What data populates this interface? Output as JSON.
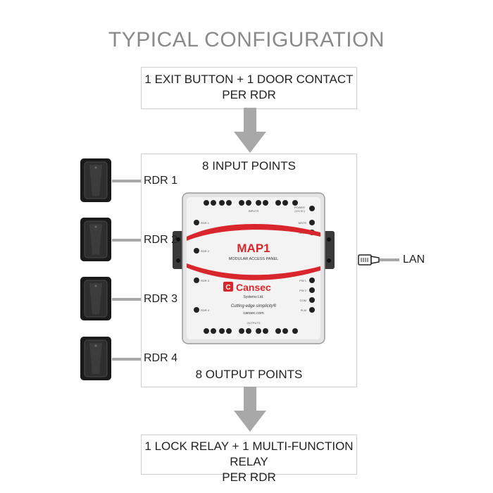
{
  "title": "TYPICAL CONFIGURATION",
  "top_box": {
    "line1": "1 EXIT BUTTON + 1 DOOR CONTACT",
    "line2": "PER RDR"
  },
  "main_box": {
    "input_label": "8 INPUT POINTS",
    "output_label": "8 OUTPUT POINTS"
  },
  "bottom_box": {
    "line1": "1 LOCK RELAY + 1 MULTI-FUNCTION RELAY",
    "line2": "PER RDR"
  },
  "readers": [
    {
      "label": "RDR 1"
    },
    {
      "label": "RDR 2"
    },
    {
      "label": "RDR 3"
    },
    {
      "label": "RDR 4"
    }
  ],
  "lan": {
    "label": "LAN"
  },
  "device": {
    "model": "MAP1",
    "subtitle": "MODULAR ACCESS PANEL",
    "brand": "Cansec",
    "brand_sub": "Systems Ltd.",
    "tagline": "Cutting edge simplicity®",
    "website": "cansec.com",
    "inputs_label": "INPUTS",
    "outputs_label": "OUTPUTS",
    "power_label": "POWER",
    "power_sub": "(12V DC)",
    "side_labels_right": [
      "MSTR",
      "NEXT",
      "PW 1",
      "PW 2",
      "COM",
      "PLM"
    ],
    "side_labels_left": [
      "RDR 1",
      "RDR 2",
      "RDR 3",
      "RDR 4"
    ],
    "brand_color": "#d9262c"
  },
  "colors": {
    "arrow": "#a8a8a8",
    "title": "#8a8a8a",
    "border": "#cfcfcf"
  }
}
